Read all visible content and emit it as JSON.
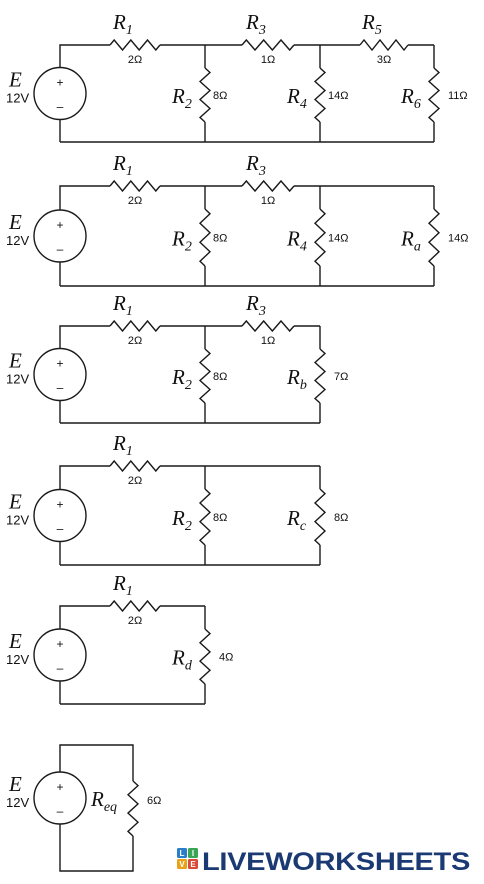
{
  "source": {
    "symbol": "E",
    "voltage": "12V",
    "plus": "+",
    "minus": "–"
  },
  "watermark": {
    "text": "LIVEWORKSHEETS",
    "icon": "liveworksheets-logo-icon",
    "logo_letters": [
      "L",
      "I",
      "V",
      "E"
    ]
  },
  "colors": {
    "wire": "#1a1a1a",
    "watermark": "#1b3a73",
    "logo_tiles": [
      "#2a7fc9",
      "#3aa655",
      "#e8a21a",
      "#d94a3a"
    ]
  },
  "circuits": [
    {
      "id": "original",
      "resistors": [
        {
          "base": "R",
          "sub": "1",
          "value": "2Ω"
        },
        {
          "base": "R",
          "sub": "2",
          "value": "8Ω"
        },
        {
          "base": "R",
          "sub": "3",
          "value": "1Ω"
        },
        {
          "base": "R",
          "sub": "4",
          "value": "14Ω"
        },
        {
          "base": "R",
          "sub": "5",
          "value": "3Ω"
        },
        {
          "base": "R",
          "sub": "6",
          "value": "11Ω"
        }
      ]
    },
    {
      "id": "step-a",
      "resistors": [
        {
          "base": "R",
          "sub": "1",
          "value": "2Ω"
        },
        {
          "base": "R",
          "sub": "2",
          "value": "8Ω"
        },
        {
          "base": "R",
          "sub": "3",
          "value": "1Ω"
        },
        {
          "base": "R",
          "sub": "4",
          "value": "14Ω"
        },
        {
          "base": "R",
          "sub": "a",
          "value": "14Ω"
        }
      ]
    },
    {
      "id": "step-b",
      "resistors": [
        {
          "base": "R",
          "sub": "1",
          "value": "2Ω"
        },
        {
          "base": "R",
          "sub": "2",
          "value": "8Ω"
        },
        {
          "base": "R",
          "sub": "3",
          "value": "1Ω"
        },
        {
          "base": "R",
          "sub": "b",
          "value": "7Ω"
        }
      ]
    },
    {
      "id": "step-c",
      "resistors": [
        {
          "base": "R",
          "sub": "1",
          "value": "2Ω"
        },
        {
          "base": "R",
          "sub": "2",
          "value": "8Ω"
        },
        {
          "base": "R",
          "sub": "c",
          "value": "8Ω"
        }
      ]
    },
    {
      "id": "step-d",
      "resistors": [
        {
          "base": "R",
          "sub": "1",
          "value": "2Ω"
        },
        {
          "base": "R",
          "sub": "d",
          "value": "4Ω"
        }
      ]
    },
    {
      "id": "equivalent",
      "resistors": [
        {
          "base": "R",
          "sub": "eq",
          "value": "6Ω"
        }
      ]
    }
  ]
}
